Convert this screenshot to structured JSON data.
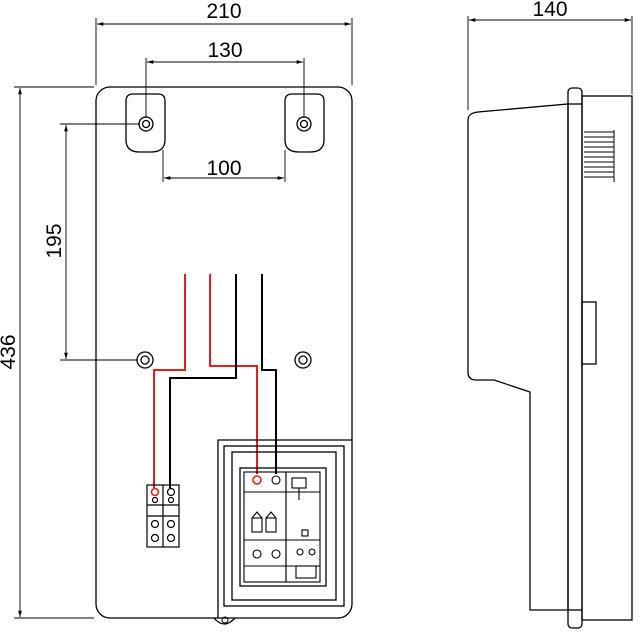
{
  "dimensions": {
    "front_width": "210",
    "mount_hole_spacing_top": "130",
    "mount_hole_spacing_inner": "100",
    "mount_hole_spacing_vertical": "195",
    "front_height": "436",
    "side_depth": "140"
  },
  "colors": {
    "outline": "#000000",
    "live_wire": "#e0201b",
    "neutral_wire": "#000000",
    "background": "#ffffff"
  }
}
